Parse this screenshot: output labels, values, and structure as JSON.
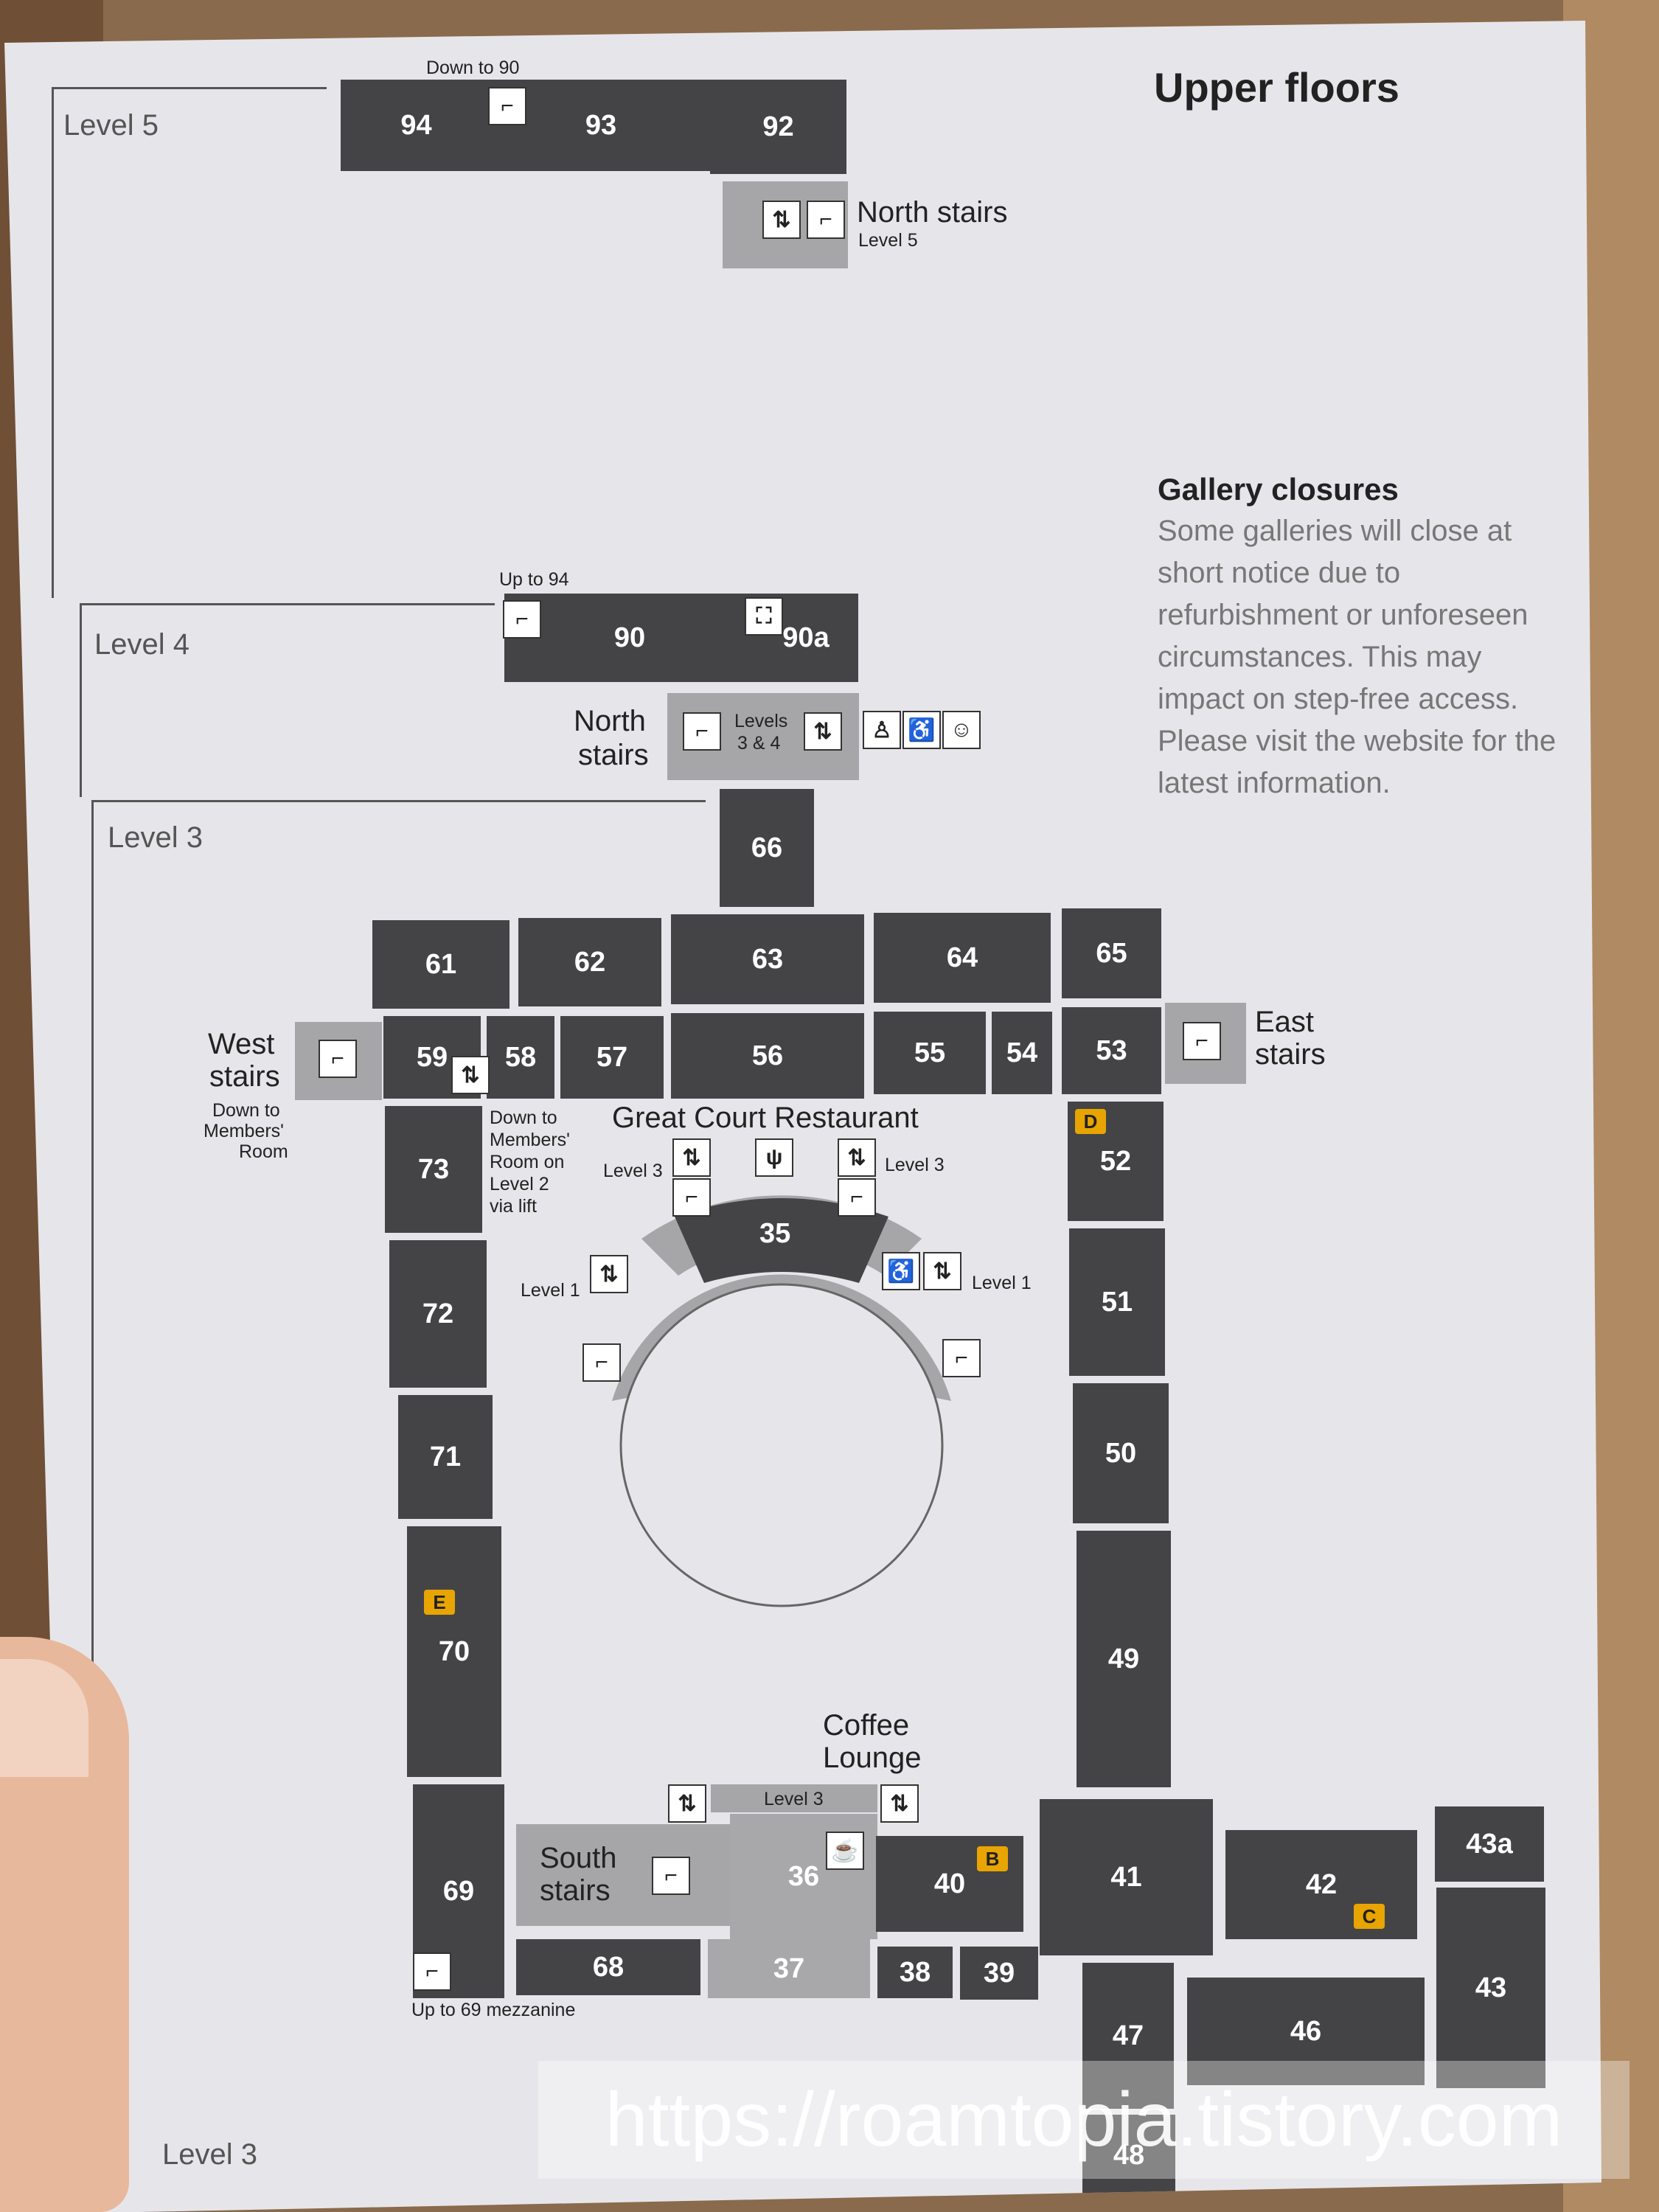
{
  "title": "Upper floors",
  "closures": {
    "heading": "Gallery closures",
    "body": "Some galleries will close at short notice due to refurbishment or unforeseen circumstances. This may impact on step-free access. Please visit the website for the latest information."
  },
  "levels": {
    "level5": "Level 5",
    "level4": "Level 4",
    "level3": "Level 3",
    "level3_bottom": "Level 3"
  },
  "rooms": {
    "r94": "94",
    "r93": "93",
    "r92": "92",
    "r90": "90",
    "r90a": "90a",
    "r66": "66",
    "r61": "61",
    "r62": "62",
    "r63": "63",
    "r64": "64",
    "r65": "65",
    "r59": "59",
    "r58": "58",
    "r57": "57",
    "r56": "56",
    "r55": "55",
    "r54": "54",
    "r53": "53",
    "r73": "73",
    "r72": "72",
    "r71": "71",
    "r70": "70",
    "r69": "69",
    "r68": "68",
    "r52": "52",
    "r51": "51",
    "r50": "50",
    "r49": "49",
    "r35": "35",
    "r36": "36",
    "r37": "37",
    "r38": "38",
    "r39": "39",
    "r40": "40",
    "r41": "41",
    "r42": "42",
    "r43a": "43a",
    "r43": "43",
    "r46": "46",
    "r47": "47",
    "r48": "48"
  },
  "labels": {
    "down_to_90": "Down to 90",
    "north_stairs_l5": "North stairs",
    "north_stairs_l5_sub": "Level 5",
    "up_to_94": "Up to 94",
    "north_stairs_l4_line1": "North",
    "north_stairs_l4_line2": "stairs",
    "levels_3_4_line1": "Levels",
    "levels_3_4_line2": "3 & 4",
    "west_stairs_line1": "West",
    "west_stairs_line2": "stairs",
    "west_down_line1": "Down to",
    "west_down_line2": "Members'",
    "west_down_line3": "Room",
    "east_stairs_line1": "East",
    "east_stairs_line2": "stairs",
    "members_line1": "Down to",
    "members_line2": "Members'",
    "members_line3": "Room on",
    "members_line4": "Level 2",
    "members_line5": "via lift",
    "great_court": "Great Court Restaurant",
    "gc_level3_left": "Level 3",
    "gc_level3_right": "Level 3",
    "gc_level1_left": "Level 1",
    "gc_level1_right": "Level 1",
    "coffee_line1": "Coffee",
    "coffee_line2": "Lounge",
    "coffee_level3": "Level 3",
    "south_stairs_line1": "South",
    "south_stairs_line2": "stairs",
    "up_to_69": "Up to 69 mezzanine"
  },
  "badges": {
    "b": "B",
    "c": "C",
    "d": "D",
    "e": "E"
  },
  "watermark": "https://roamtopia.tistory.com",
  "colors": {
    "room": "#444446",
    "room_light": "#a8a8aa",
    "paper": "#e6e6ea",
    "badge": "#e8a400"
  },
  "icons": {
    "stairs": "stairs-icon",
    "lift": "lift-icon",
    "shop": "shop-icon",
    "toilet": "toilet-icon",
    "accessible": "accessible-icon",
    "baby": "baby-change-icon",
    "restaurant": "restaurant-icon",
    "cafe": "cafe-icon"
  }
}
